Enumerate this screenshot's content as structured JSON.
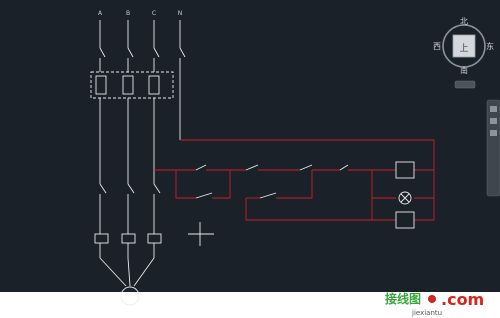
{
  "viewport": {
    "view_label": "",
    "phases": [
      "A",
      "B",
      "C",
      "N"
    ]
  },
  "viewcube": {
    "north": "北",
    "south": "南",
    "east": "东",
    "west": "西",
    "top_face": "上",
    "wcs": ""
  },
  "schematic_labels": {
    "breaker": "",
    "fuse_block": "",
    "thermal_relay": "",
    "stop_button": "",
    "start_button": "",
    "self_lock": "",
    "time_relay_contact": "",
    "stop_label": "",
    "time_relay_coil": "",
    "contactor_coil": "",
    "motor": ""
  },
  "watermark": {
    "brand": "接线图",
    "dotcom": ".com",
    "site": "jiexiantu"
  },
  "colors": {
    "canvas": "#1b2128",
    "wire_power": "#ffffff",
    "wire_control": "#c8202a",
    "accent_label": "#e0d44a",
    "watermark_green": "#38a63a",
    "watermark_red": "#d4241c"
  }
}
